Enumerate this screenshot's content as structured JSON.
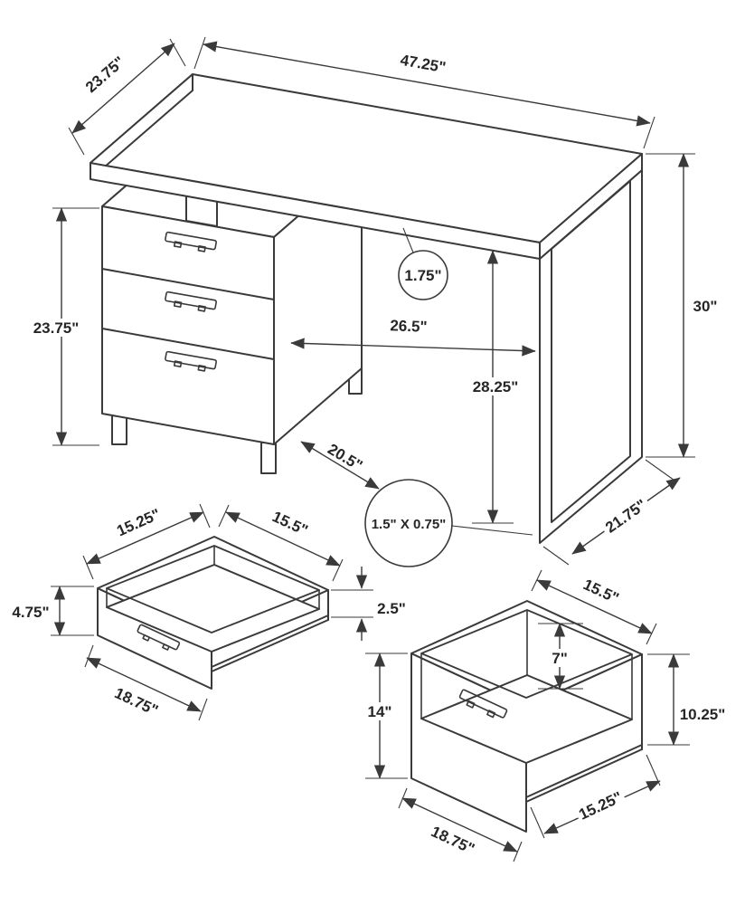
{
  "desk": {
    "dim_top_width": "47.25\"",
    "dim_top_depth": "23.75\"",
    "dim_height": "30\"",
    "dim_cabinet_height": "23.75\"",
    "dim_knee_clearance": "26.5\"",
    "dim_top_thickness": "1.75\"",
    "dim_underside_height": "28.25\"",
    "dim_cabinet_depth": "20.5\"",
    "dim_leg_profile": "1.5\" X 0.75\"",
    "dim_leg_depth": "21.75\""
  },
  "small_drawer": {
    "dim_inner_depth": "15.25\"",
    "dim_inner_width": "15.5\"",
    "dim_front_height": "4.75\"",
    "dim_side_height": "2.5\"",
    "dim_front_width": "18.75\""
  },
  "file_drawer": {
    "dim_inner_width": "15.5\"",
    "dim_inner_depth": "7\"",
    "dim_front_height": "14\"",
    "dim_side_height": "10.25\"",
    "dim_front_width": "18.75\"",
    "dim_bottom_depth": "15.25\""
  },
  "colors": {
    "line": "#3a3a3a",
    "text": "#262626",
    "background": "#ffffff"
  }
}
